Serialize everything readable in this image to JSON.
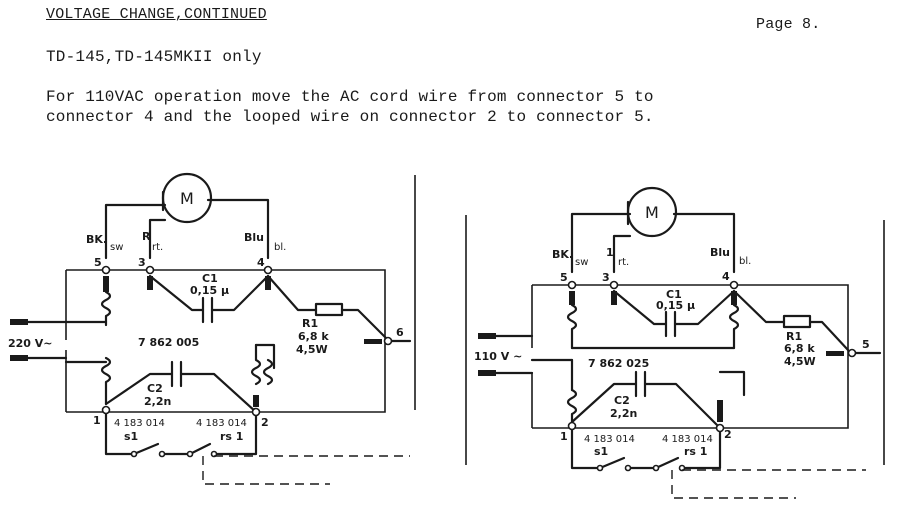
{
  "header": {
    "heading": "VOLTAGE CHANGE,CONTINUED",
    "page": "Page 8."
  },
  "models": "TD-145,TD-145MKII only",
  "instructions": {
    "line1": "For 110VAC operation move the AC cord wire from connector 5 to",
    "line2": "connector 4 and the looped wire on connector 2 to connector 5."
  },
  "left_diagram": {
    "motor": "M",
    "bk": "BK.",
    "sw": "sw",
    "r": "R",
    "rt": "rt.",
    "blu": "Blu",
    "bl": "bl.",
    "t5": "5",
    "t3": "3",
    "t4": "4",
    "t6": "6",
    "t1": "1",
    "t2": "2",
    "c1": "C1",
    "c1_val": "0,15 μ",
    "r1": "R1",
    "r1_val1": "6,8 k",
    "r1_val2": "4,5W",
    "voltage": "220 V~",
    "part": "7 862 005",
    "c2": "C2",
    "c2_val": "2,2n",
    "sw1_part": "4 183 014",
    "sw1_label": "s1",
    "sw2_part": "4 183 014",
    "sw2_label": "rs 1"
  },
  "right_diagram": {
    "motor": "M",
    "bk": "BK.",
    "sw": "sw",
    "r": "1",
    "rt": "rt.",
    "blu": "Blu",
    "bl": "bl.",
    "t5": "5",
    "t3": "3",
    "t4": "4",
    "t6": "5",
    "t1": "1",
    "t2": "2",
    "c1": "C1",
    "c1_val": "0,15 μ",
    "r1": "R1",
    "r1_val1": "6,8 k",
    "r1_val2": "4,5W",
    "voltage": "110 V ~",
    "part": "7 862 025",
    "c2": "C2",
    "c2_val": "2,2n",
    "sw1_part": "4 183 014",
    "sw1_label": "s1",
    "sw2_part": "4 183 014",
    "sw2_label": "rs 1"
  }
}
